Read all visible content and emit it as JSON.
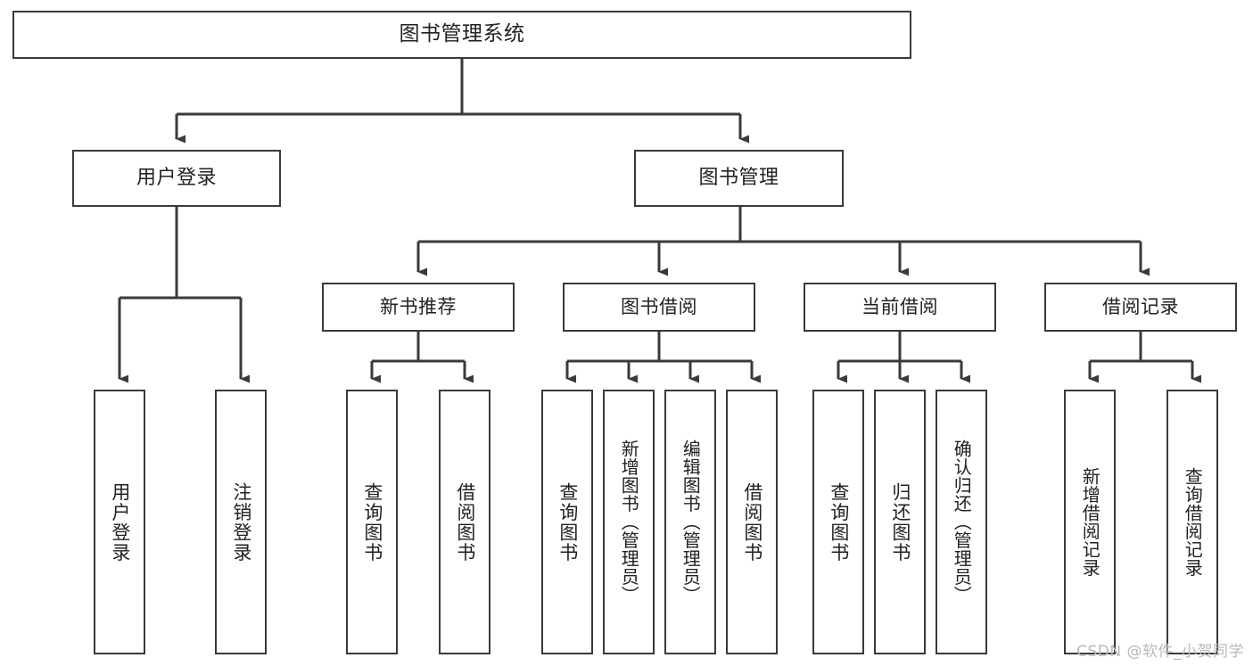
{
  "diagram": {
    "title": "图书管理系统",
    "type": "tree-hierarchy",
    "watermark": "CSDN @软件_小贺同学",
    "line_color": "#3a3a3a",
    "background_color": "#ffffff",
    "text_color": "#222222",
    "watermark_color": "#b9b9b9"
  },
  "nodes": {
    "root": {
      "label": "图书管理系统"
    },
    "level2": [
      {
        "id": "user-login",
        "label": "用户登录"
      },
      {
        "id": "book-management",
        "label": "图书管理"
      }
    ],
    "level3": [
      {
        "id": "new-book-recommend",
        "label": "新书推荐"
      },
      {
        "id": "book-borrow",
        "label": "图书借阅"
      },
      {
        "id": "current-borrow",
        "label": "当前借阅"
      },
      {
        "id": "borrow-record",
        "label": "借阅记录"
      }
    ],
    "leaves": {
      "user-login": [
        {
          "id": "leaf-user-login",
          "label": "用户登录"
        },
        {
          "id": "leaf-user-logout",
          "label": "注销登录"
        }
      ],
      "new-book-recommend": [
        {
          "id": "leaf-query-book-1",
          "label": "查询图书"
        },
        {
          "id": "leaf-borrow-book-1",
          "label": "借阅图书"
        }
      ],
      "book-borrow": [
        {
          "id": "leaf-query-book-2",
          "label": "查询图书"
        },
        {
          "id": "leaf-add-book",
          "label": "新增图书（管理员）"
        },
        {
          "id": "leaf-edit-book",
          "label": "编辑图书（管理员）"
        },
        {
          "id": "leaf-borrow-book-2",
          "label": "借阅图书"
        }
      ],
      "current-borrow": [
        {
          "id": "leaf-query-book-3",
          "label": "查询图书"
        },
        {
          "id": "leaf-return-book",
          "label": "归还图书"
        },
        {
          "id": "leaf-confirm-return",
          "label": "确认归还（管理员）"
        }
      ],
      "borrow-record": [
        {
          "id": "leaf-add-record",
          "label": "新增借阅记录"
        },
        {
          "id": "leaf-query-record",
          "label": "查询借阅记录"
        }
      ]
    }
  }
}
